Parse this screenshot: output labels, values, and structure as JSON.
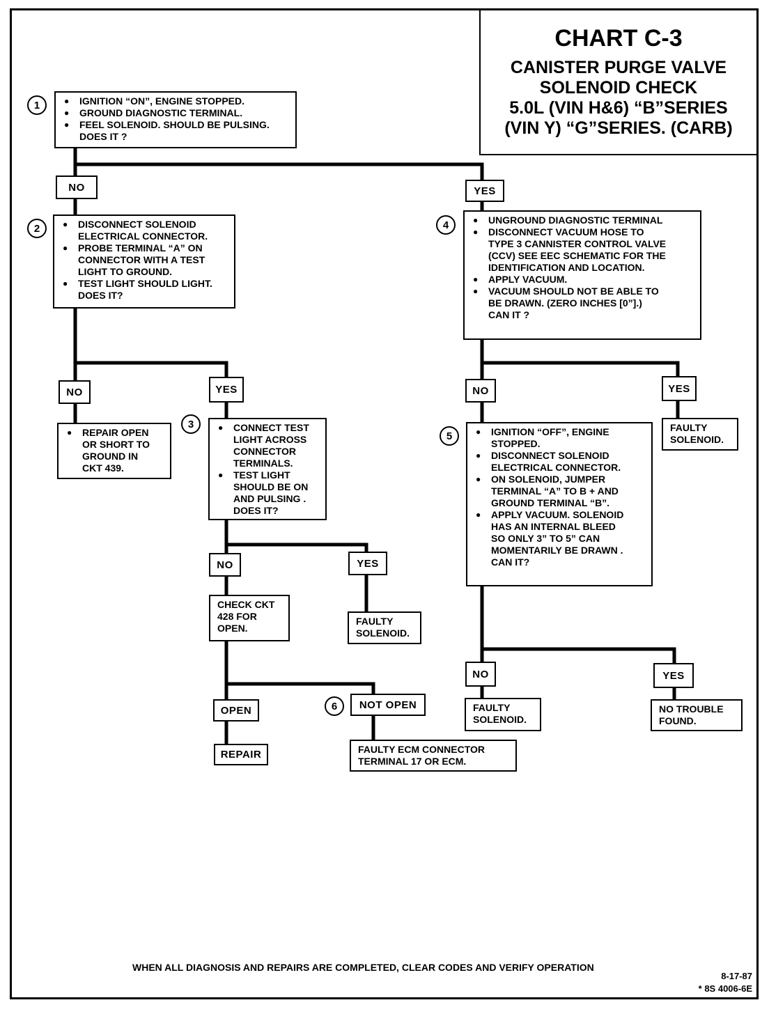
{
  "title": {
    "main": "CHART C-3",
    "subtitle": "CANISTER PURGE VALVE\nSOLENOID CHECK\n5.0L (VIN H&6) “B”SERIES\n(VIN Y) “G”SERIES. (CARB)"
  },
  "steps": {
    "s1": {
      "number": "1",
      "items": [
        "IGNITION “ON”,  ENGINE  STOPPED.",
        "GROUND DIAGNOSTIC TERMINAL.",
        "FEEL SOLENOID.  SHOULD BE PULSING.\nDOES IT  ?"
      ]
    },
    "s2": {
      "number": "2",
      "items": [
        "DISCONNECT SOLENOID\nELECTRICAL CONNECTOR.",
        "PROBE TERMINAL “A” ON\nCONNECTOR WITH A TEST\nLIGHT TO GROUND.",
        "TEST LIGHT SHOULD LIGHT.\nDOES IT?"
      ]
    },
    "s3": {
      "number": "3",
      "items": [
        "CONNECT TEST\nLIGHT ACROSS\nCONNECTOR\nTERMINALS.",
        "TEST LIGHT\nSHOULD BE ON\nAND PULSING .\nDOES IT?"
      ]
    },
    "s4": {
      "number": "4",
      "items": [
        "UNGROUND DIAGNOSTIC TERMINAL",
        "DISCONNECT  VACUUM HOSE TO\nTYPE 3 CANNISTER CONTROL VALVE\n(CCV)  SEE  EEC  SCHEMATIC  FOR THE\nIDENTIFICATION  AND LOCATION.",
        "APPLY  VACUUM.",
        "VACUUM SHOULD NOT BE ABLE TO\nBE DRAWN.  (ZERO INCHES [0”].)\nCAN IT ?"
      ]
    },
    "s5": {
      "number": "5",
      "items": [
        "IGNITION “OFF”, ENGINE\nSTOPPED.",
        "DISCONNECT SOLENOID\nELECTRICAL CONNECTOR.",
        "ON SOLENOID, JUMPER\nTERMINAL “A” TO B +  AND\nGROUND TERMINAL  “B”.",
        "APPLY VACUUM.  SOLENOID\nHAS  AN INTERNAL BLEED\nSO ONLY 3” TO 5” CAN\nMOMENTARILY BE DRAWN .\nCAN IT?"
      ]
    },
    "s6": {
      "number": "6"
    }
  },
  "results": {
    "repair_open": [
      "REPAIR OPEN\nOR SHORT TO\nGROUND IN\nCKT 439."
    ],
    "check_ckt": "CHECK CKT\n428 FOR\nOPEN.",
    "faulty_solenoid_3": "FAULTY\nSOLENOID.",
    "repair": "REPAIR",
    "faulty_ecm": "FAULTY  ECM CONNECTOR\nTERMINAL 17 OR ECM.",
    "faulty_solenoid_4": "FAULTY\nSOLENOID.",
    "faulty_solenoid_5": "FAULTY\nSOLENOID.",
    "no_trouble": "NO TROUBLE\nFOUND."
  },
  "labels": {
    "no": "NO",
    "yes": "YES",
    "open": "OPEN",
    "not_open": "NOT OPEN"
  },
  "footer": {
    "note": "WHEN ALL DIAGNOSIS AND REPAIRS ARE COMPLETED, CLEAR CODES AND VERIFY OPERATION",
    "code": "8-17-87\n* 8S 4006-6E"
  }
}
